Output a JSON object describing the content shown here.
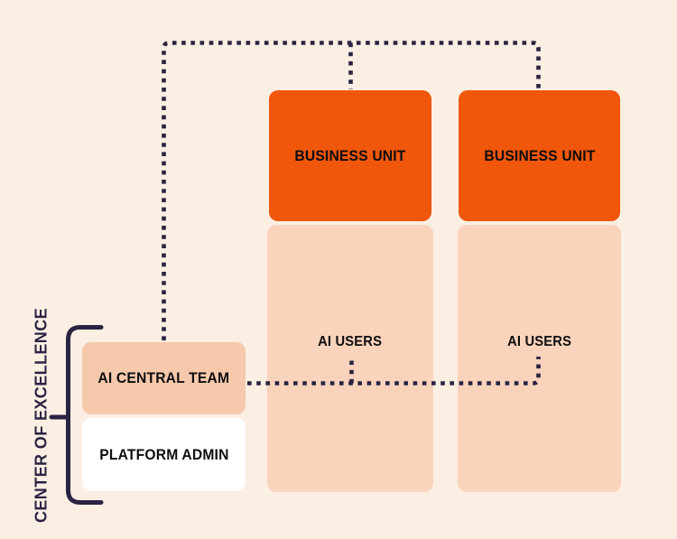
{
  "colors": {
    "background": "#FBEEE3",
    "orange": "#F1570B",
    "column": "#FAD3BC",
    "team": "#F6C9AC",
    "white": "#FFFFFF",
    "navy": "#2A2342",
    "label": "#0D0D0D"
  },
  "group": {
    "label": "CENTER OF EXCELLENCE"
  },
  "nodes": {
    "business_unit_1": {
      "label": "BUSINESS UNIT"
    },
    "business_unit_2": {
      "label": "BUSINESS UNIT"
    },
    "ai_users_1": {
      "label": "AI USERS"
    },
    "ai_users_2": {
      "label": "AI USERS"
    },
    "ai_central_team": {
      "label": "AI CENTRAL TEAM"
    },
    "platform_admin": {
      "label": "PLATFORM ADMIN"
    }
  },
  "edges": [
    {
      "from": "ai_central_team",
      "to": "business_unit_1",
      "style": "dotted"
    },
    {
      "from": "ai_central_team",
      "to": "business_unit_2",
      "style": "dotted"
    },
    {
      "from": "ai_central_team",
      "to": "ai_users_1",
      "style": "dotted"
    },
    {
      "from": "ai_central_team",
      "to": "ai_users_2",
      "style": "dotted"
    }
  ]
}
